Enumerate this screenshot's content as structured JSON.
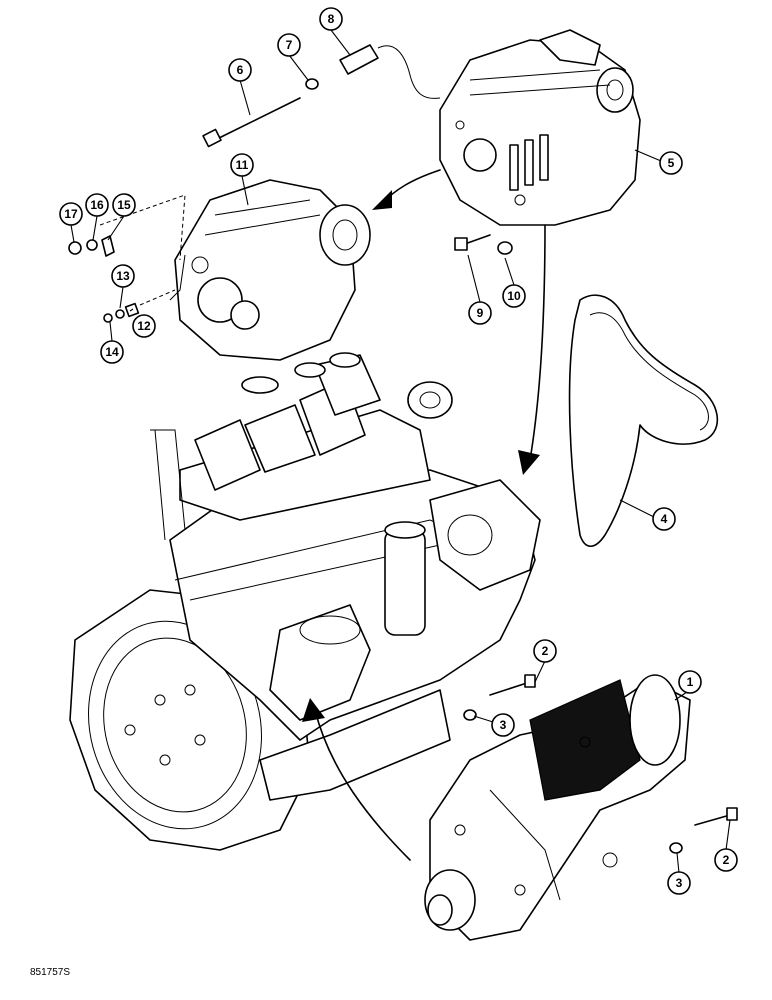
{
  "figure_id": "851757S",
  "callouts": [
    {
      "id": "c1",
      "label": "1"
    },
    {
      "id": "c2a",
      "label": "2"
    },
    {
      "id": "c2b",
      "label": "2"
    },
    {
      "id": "c3a",
      "label": "3"
    },
    {
      "id": "c3b",
      "label": "3"
    },
    {
      "id": "c4",
      "label": "4"
    },
    {
      "id": "c5",
      "label": "5"
    },
    {
      "id": "c6",
      "label": "6"
    },
    {
      "id": "c7",
      "label": "7"
    },
    {
      "id": "c8",
      "label": "8"
    },
    {
      "id": "c9",
      "label": "9"
    },
    {
      "id": "c10",
      "label": "10"
    },
    {
      "id": "c11",
      "label": "11"
    },
    {
      "id": "c12",
      "label": "12"
    },
    {
      "id": "c13",
      "label": "13"
    },
    {
      "id": "c14",
      "label": "14"
    },
    {
      "id": "c15",
      "label": "15"
    },
    {
      "id": "c16",
      "label": "16"
    },
    {
      "id": "c17",
      "label": "17"
    }
  ]
}
